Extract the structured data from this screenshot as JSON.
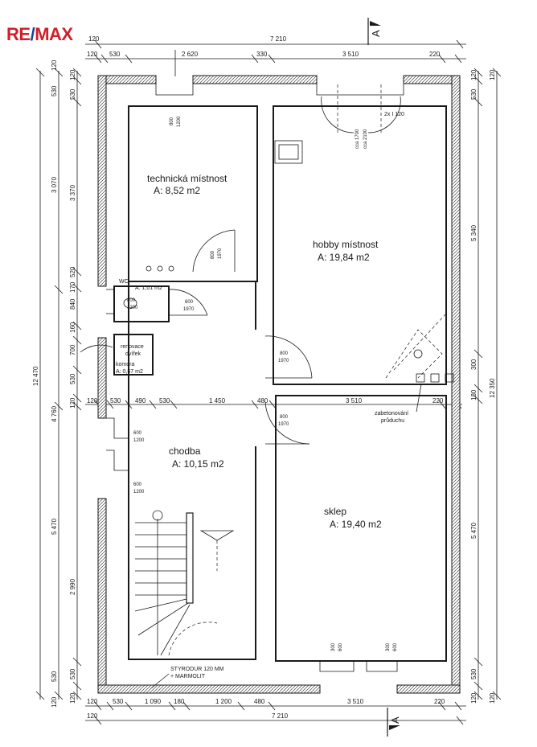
{
  "logo": {
    "part1": "RE",
    "part2": "/",
    "part3": "MAX",
    "brand_red": "#d0202b",
    "brand_blue": "#1f3f8f"
  },
  "section": {
    "marker": "A"
  },
  "top_dims": {
    "overall": "7 210",
    "left_small": "120",
    "segments": [
      "120",
      "530",
      "2 620",
      "330",
      "3 510",
      "220"
    ]
  },
  "bottom_dims": {
    "row1": [
      "120",
      "530",
      "1 090",
      "180",
      "1 200",
      "480",
      "3 510",
      "220"
    ],
    "row2_left": "120",
    "row2_total": "7 210"
  },
  "mid_dims": [
    "120",
    "530",
    "490",
    "530",
    "1 450",
    "480",
    "3 510",
    "220"
  ],
  "left_dims": {
    "outer": "12 470",
    "col2": [
      "3 070",
      "4 760",
      "5 470"
    ],
    "col3": [
      "120",
      "530",
      "3 370",
      "520",
      "170",
      "840",
      "160",
      "700",
      "530",
      "120",
      "2 990",
      "530",
      "120"
    ]
  },
  "right_dims": {
    "outer": "12 350",
    "col1": [
      "120",
      "530",
      "5 340",
      "300",
      "180",
      "5 470",
      "530",
      "120"
    ]
  },
  "rooms": {
    "tech": {
      "name": "technická místnost",
      "area": "A: 8,52 m2"
    },
    "hobby": {
      "name": "hobby místnost",
      "area": "A: 19,84 m2"
    },
    "wc": {
      "name": "WC",
      "area": "A: 1,01 m2"
    },
    "komora": {
      "name": "komora",
      "area": "A: 0,67 m2"
    },
    "chodba": {
      "name": "chodba",
      "area": "A: 10,15 m2"
    },
    "sklep": {
      "name": "sklep",
      "area": "A: 19,40 m2"
    }
  },
  "labels": {
    "renovace": "renovace",
    "dvirek": "dvířek",
    "zabet1": "zabetonování",
    "zabet2": "průduchu",
    "styro1": "STYRODUR 120 MM",
    "styro2": "+ MARMOLIT",
    "win_2x": "2x I 120",
    "cca1700": "cca 1700",
    "cca2100": "cca 2100"
  },
  "openings": {
    "tech_window": [
      "800",
      "1200"
    ],
    "tech_door": [
      "800",
      "1970"
    ],
    "wc_window": [
      "800",
      "1200"
    ],
    "wc_door": [
      "600",
      "1970"
    ],
    "hobby_door": [
      "800",
      "1970"
    ],
    "sklep_door": [
      "800",
      "1970"
    ],
    "chodba_win1": [
      "600",
      "1200"
    ],
    "chodba_win2": [
      "600",
      "1200"
    ],
    "sklep_win1": [
      "300",
      "600"
    ],
    "sklep_win2": [
      "300",
      "600"
    ]
  }
}
